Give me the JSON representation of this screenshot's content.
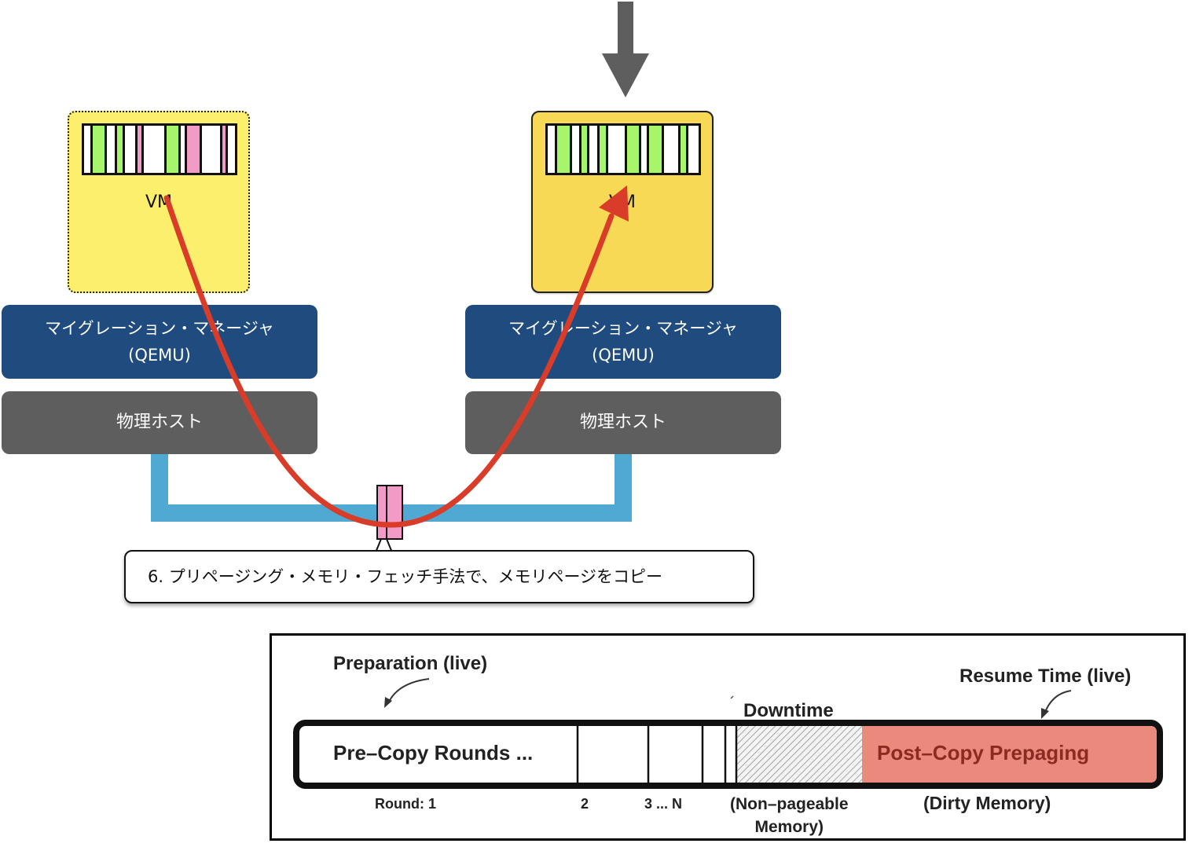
{
  "colors": {
    "vm_left_bg": "#fbef6c",
    "vm_right_bg": "#f8d955",
    "manager_bg": "#1f4b7e",
    "host_bg": "#5e5e5e",
    "network": "#4fa9d2",
    "migration_arrow": "#d93c28",
    "page_green": "#a6f56a",
    "page_pink": "#f29bc6",
    "page_white": "#ffffff",
    "down_arrow": "#5e5e5e",
    "postcopy_fill": "#e98a7d",
    "postcopy_text": "#8a2a20"
  },
  "source": {
    "vm_label": "VM",
    "memory_pages": [
      "white",
      "green",
      "white",
      "green",
      "white",
      "pink",
      "white",
      "green",
      "white",
      "pink",
      "white",
      "pink",
      "white"
    ],
    "manager_line1": "マイグレーション・マネージャ",
    "manager_line2": "(QEMU)",
    "host_label": "物理ホスト"
  },
  "destination": {
    "vm_label": "VM",
    "memory_pages": [
      "white",
      "green",
      "white",
      "green",
      "white",
      "green",
      "white",
      "green",
      "white",
      "green",
      "white",
      "green",
      "white"
    ],
    "manager_line1": "マイグレーション・マネージャ",
    "manager_line2": "(QEMU)",
    "host_label": "物理ホスト"
  },
  "transfer_packet": [
    "pink",
    "pink"
  ],
  "callout": {
    "text": "6. プリページング・メモリ・フェッチ手法で、メモリページをコピー"
  },
  "timeline": {
    "preparation_label": "Preparation (live)",
    "downtime_label": "Downtime",
    "resume_label": "Resume Time (live)",
    "precopy_label": "Pre–Copy Rounds ...",
    "postcopy_label": "Post–Copy Prepaging",
    "round_label": "Round: 1",
    "round_2": "2",
    "round_3n": "3 ... N",
    "nonpageable_line1": "(Non–pageable",
    "nonpageable_line2": "Memory)",
    "dirty_label": "(Dirty Memory)"
  }
}
